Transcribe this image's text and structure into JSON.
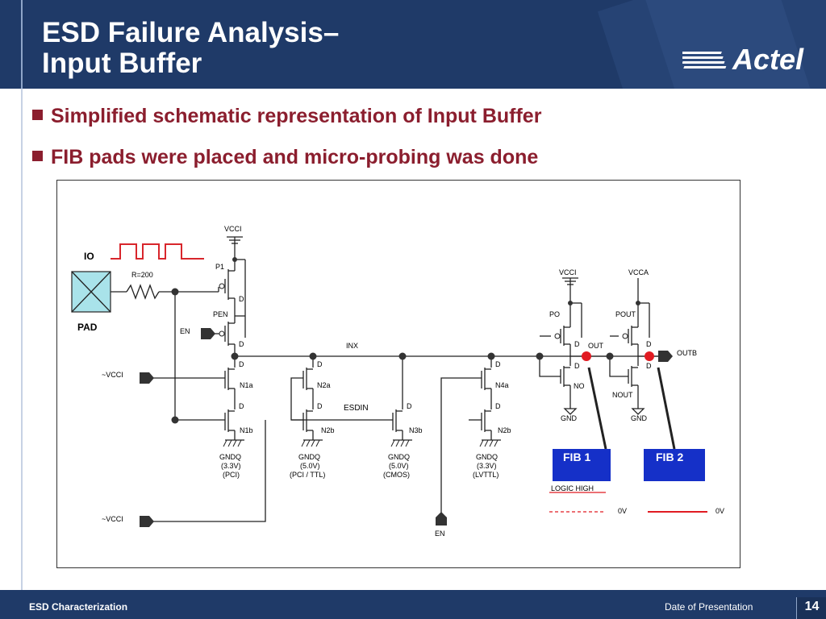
{
  "slide": {
    "title_line1": "ESD Failure Analysis–",
    "title_line2": "Input Buffer",
    "logo_text": "Actel",
    "bullets": [
      "Simplified schematic representation of Input Buffer",
      "FIB pads were placed and micro-probing was done"
    ],
    "footer_left": "ESD Characterization",
    "footer_mid": "Date of Presentation",
    "page_number": "14"
  },
  "schematic": {
    "io": "IO",
    "pad": "PAD",
    "resistor": "R=200",
    "vcci": "VCCI",
    "vcca": "VCCA",
    "p1": "P1",
    "pen": "PEN",
    "en": "EN",
    "inx": "INX",
    "esdin": "ESDIN",
    "not_vcci_1": "~VCCI",
    "not_vcci_2": "~VCCI",
    "n1a": "N1a",
    "n1b": "N1b",
    "n2a": "N2a",
    "n2b_1": "N2b",
    "n3b": "N3b",
    "n4a": "N4a",
    "n2b_2": "N2b",
    "po": "PO",
    "pout": "POUT",
    "out": "OUT",
    "outb": "OUTB",
    "no": "NO",
    "nout": "NOUT",
    "gnd": "GND",
    "d": "D",
    "gndq_1": "GNDQ",
    "gndq_1_v": "(3.3V)",
    "gndq_1_t": "(PCI)",
    "gndq_2": "GNDQ",
    "gndq_2_v": "(5.0V)",
    "gndq_2_t": "(PCI / TTL)",
    "gndq_3": "GNDQ",
    "gndq_3_v": "(5.0V)",
    "gndq_3_t": "(CMOS)",
    "gndq_4": "GNDQ",
    "gndq_4_v": "(3.3V)",
    "gndq_4_t": "(LVTTL)",
    "fib1": "FIB 1",
    "fib2": "FIB 2",
    "logic_high": "LOGIC HIGH",
    "zero_v_1": "0V",
    "zero_v_2": "0V",
    "en_bottom": "EN"
  },
  "colors": {
    "header_bg": "#1f3a68",
    "bullet_text": "#8b1e2e",
    "fib_box": "#1530c8",
    "probe_red": "#e11b22"
  }
}
